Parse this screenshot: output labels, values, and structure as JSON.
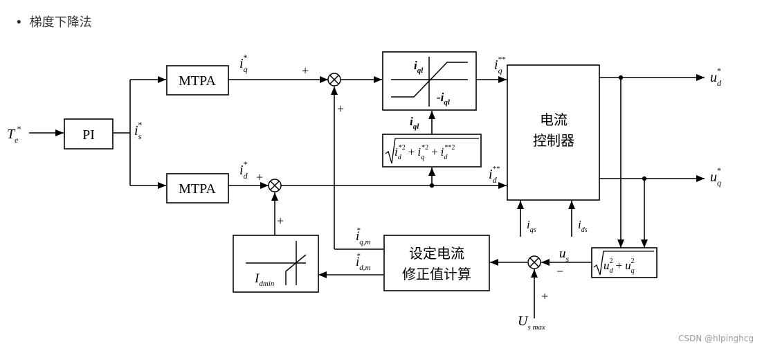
{
  "heading": {
    "bullet": "•",
    "text": "梯度下降法"
  },
  "labels": {
    "te": "T",
    "te_sub": "e",
    "te_sup": "*",
    "pi": "PI",
    "is": "i",
    "is_sub": "s",
    "is_sup": "*",
    "mtpa1": "MTPA",
    "mtpa2": "MTPA",
    "iq_star": "i",
    "iq_star_sub": "q",
    "iq_star_sup": "*",
    "id_star": "i",
    "id_star_sub": "d",
    "id_star_sup": "*",
    "plus1": "+",
    "plus2": "+",
    "plus3": "+",
    "plus4": "+",
    "plus5": "+",
    "minus": "−",
    "iql_top": "i",
    "iql_top_sub": "ql",
    "iql_neg": "-i",
    "iql_neg_sub": "ql",
    "iql_mid": "i",
    "iql_mid_sub": "ql",
    "sqrt_expr_a": "i",
    "sqrt_expr_a_sub": "d",
    "sqrt_expr_a_sup": "*2",
    "sqrt_plus1": "+",
    "sqrt_expr_b": "i",
    "sqrt_expr_b_sub": "q",
    "sqrt_expr_b_sup": "*2",
    "sqrt_plus2": "+",
    "sqrt_expr_c": "i",
    "sqrt_expr_c_sub": "d",
    "sqrt_expr_c_sup": "**2",
    "iq_ss": "i",
    "iq_ss_sub": "q",
    "iq_ss_sup": "**",
    "id_ss": "i",
    "id_ss_sub": "d",
    "id_ss_sup": "**",
    "controller_line1": "电流",
    "controller_line2": "控制器",
    "ud_out": "u",
    "ud_out_sub": "d",
    "ud_out_sup": "*",
    "uq_out": "u",
    "uq_out_sub": "q",
    "uq_out_sup": "*",
    "iqs": "i",
    "iqs_sub": "qs",
    "ids": "i",
    "ids_sub": "ds",
    "us": "u",
    "us_sub": "s",
    "usmax": "U",
    "usmax_sub": "s max",
    "usqrt_a": "u",
    "usqrt_a_sub": "d",
    "usqrt_a_sup": "2",
    "usqrt_plus": "+",
    "usqrt_b": "u",
    "usqrt_b_sub": "q",
    "usqrt_b_sup": "2",
    "iqm": "i",
    "iqm_sub": "q,m",
    "iqm_sup": "*",
    "idm": "i",
    "idm_sub": "d,m",
    "idm_sup": "*",
    "correction_line1": "设定电流",
    "correction_line2": "修正值计算",
    "idmin": "I",
    "idmin_sub": "dmin"
  },
  "watermark": "CSDN @hlpinghcg"
}
